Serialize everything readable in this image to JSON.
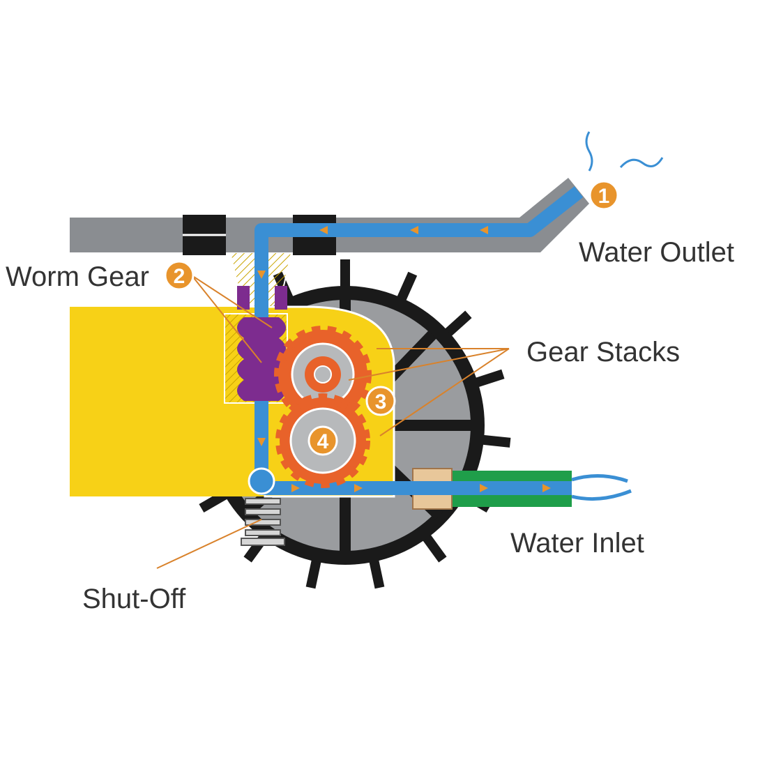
{
  "labels": {
    "water_outlet": "Water Outlet",
    "worm_gear": "Worm Gear",
    "gear_stacks": "Gear Stacks",
    "water_inlet": "Water Inlet",
    "shut_off": "Shut-Off"
  },
  "markers": {
    "outlet": "1",
    "worm_gear": "2",
    "gear_stack_upper": "3",
    "gear_stack_lower": "4"
  },
  "colors": {
    "housing_yellow": "#f7d117",
    "water_blue": "#3a8fd4",
    "pipe_gray": "#8a8d91",
    "hose_green": "#1f9e4a",
    "marker_orange": "#e8942c",
    "gear_orange": "#e8622a",
    "worm_purple": "#7d2c8f",
    "wheel_black": "#1a1a1a"
  }
}
